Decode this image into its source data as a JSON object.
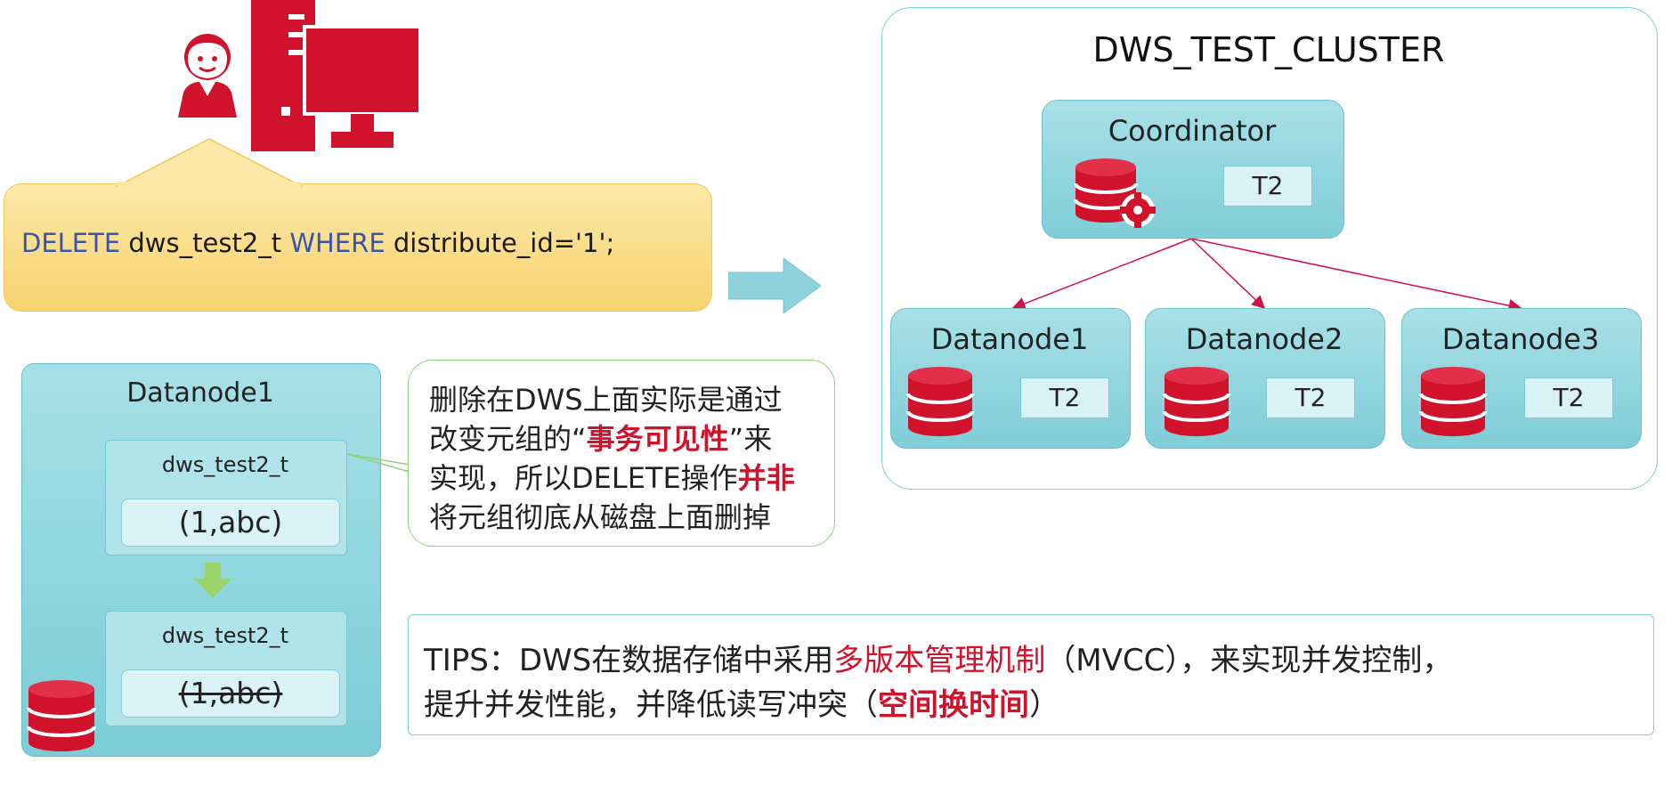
{
  "colors": {
    "accent_red": "#d0122c",
    "keyword_blue": "#3b55a8",
    "node_teal": "#7fcdd8",
    "callout_yellow": "#f8d36f",
    "note_border_green": "#8fd07a"
  },
  "icons": [
    "user-icon",
    "computer-icon",
    "database-icon",
    "database-gear-icon",
    "arrow-right-icon",
    "arrow-down-icon"
  ],
  "sql": {
    "kw_delete": "DELETE",
    "table": "dws_test2_t",
    "kw_where": "WHERE",
    "condition": "distribute_id='1';"
  },
  "cluster": {
    "title": "DWS_TEST_CLUSTER",
    "coordinator": {
      "label": "Coordinator",
      "table": "T2"
    },
    "datanodes": [
      {
        "label": "Datanode1",
        "table": "T2"
      },
      {
        "label": "Datanode2",
        "table": "T2"
      },
      {
        "label": "Datanode3",
        "table": "T2"
      }
    ]
  },
  "datanode_detail": {
    "title": "Datanode1",
    "before": {
      "table": "dws_test2_t",
      "row": "(1,abc)"
    },
    "after": {
      "table": "dws_test2_t",
      "row": "(1,abc)"
    }
  },
  "note": {
    "l1": "删除在DWS上面实际是通过",
    "l2_a": "改变元组的“",
    "l2_hl": "事务可见性",
    "l2_b": "”来",
    "l3_a": "实现，所以DELETE操作",
    "l3_hl": "并非",
    "l4": "将元组彻底从磁盘上面删掉"
  },
  "tips": {
    "l1_a": "TIPS：DWS在数据存储中采用",
    "l1_red": "多版本管理机制",
    "l1_b": "（MVCC），来实现并发控制，",
    "l2_a": "提升并发性能，并降低读写冲突（",
    "l2_hl": "空间换时间",
    "l2_b": "）"
  }
}
